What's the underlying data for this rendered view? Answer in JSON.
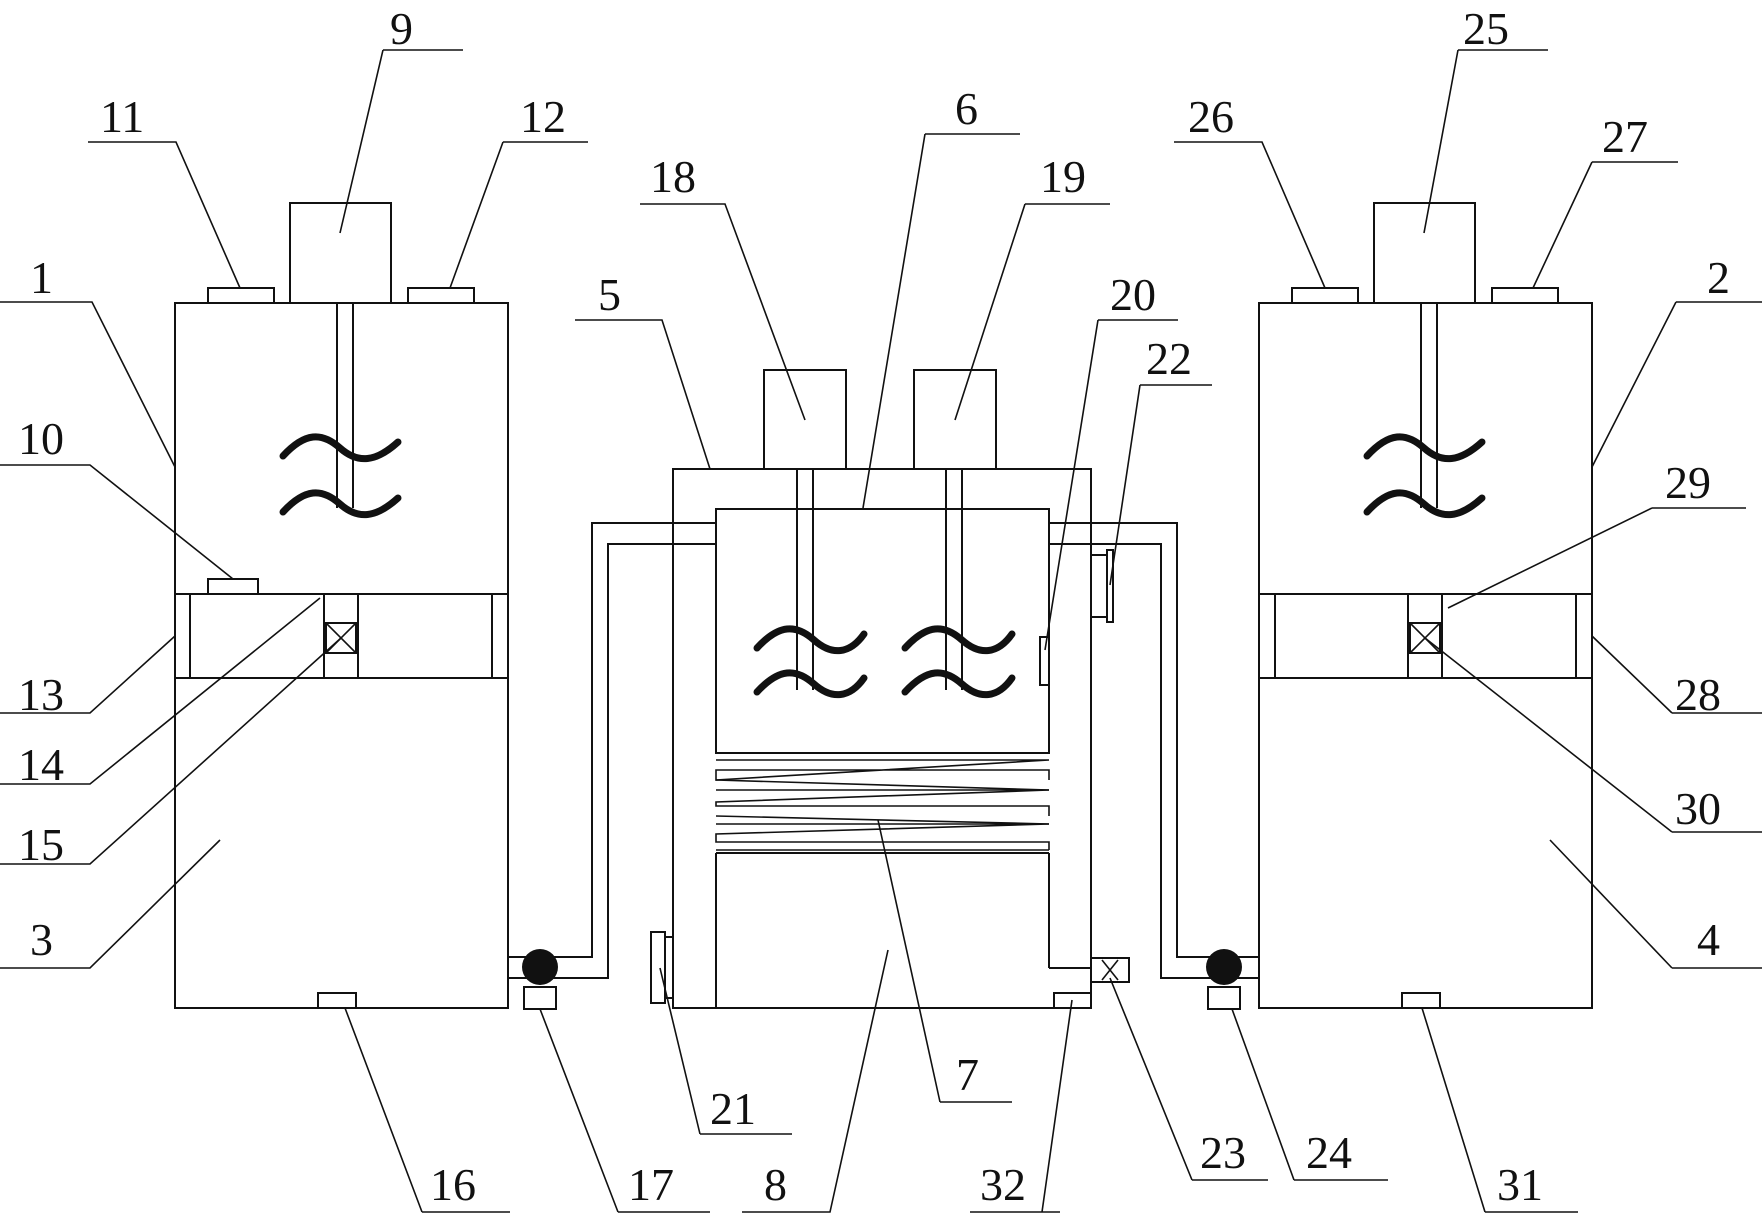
{
  "labels": {
    "l1": "1",
    "l2": "2",
    "l3": "3",
    "l4": "4",
    "l5": "5",
    "l6": "6",
    "l7": "7",
    "l8": "8",
    "l9": "9",
    "l10": "10",
    "l11": "11",
    "l12": "12",
    "l13": "13",
    "l14": "14",
    "l15": "15",
    "l16": "16",
    "l17": "17",
    "l18": "18",
    "l19": "19",
    "l20": "20",
    "l21": "21",
    "l22": "22",
    "l23": "23",
    "l24": "24",
    "l25": "25",
    "l26": "26",
    "l27": "27",
    "l28": "28",
    "l29": "29",
    "l30": "30",
    "l31": "31",
    "l32": "32"
  }
}
